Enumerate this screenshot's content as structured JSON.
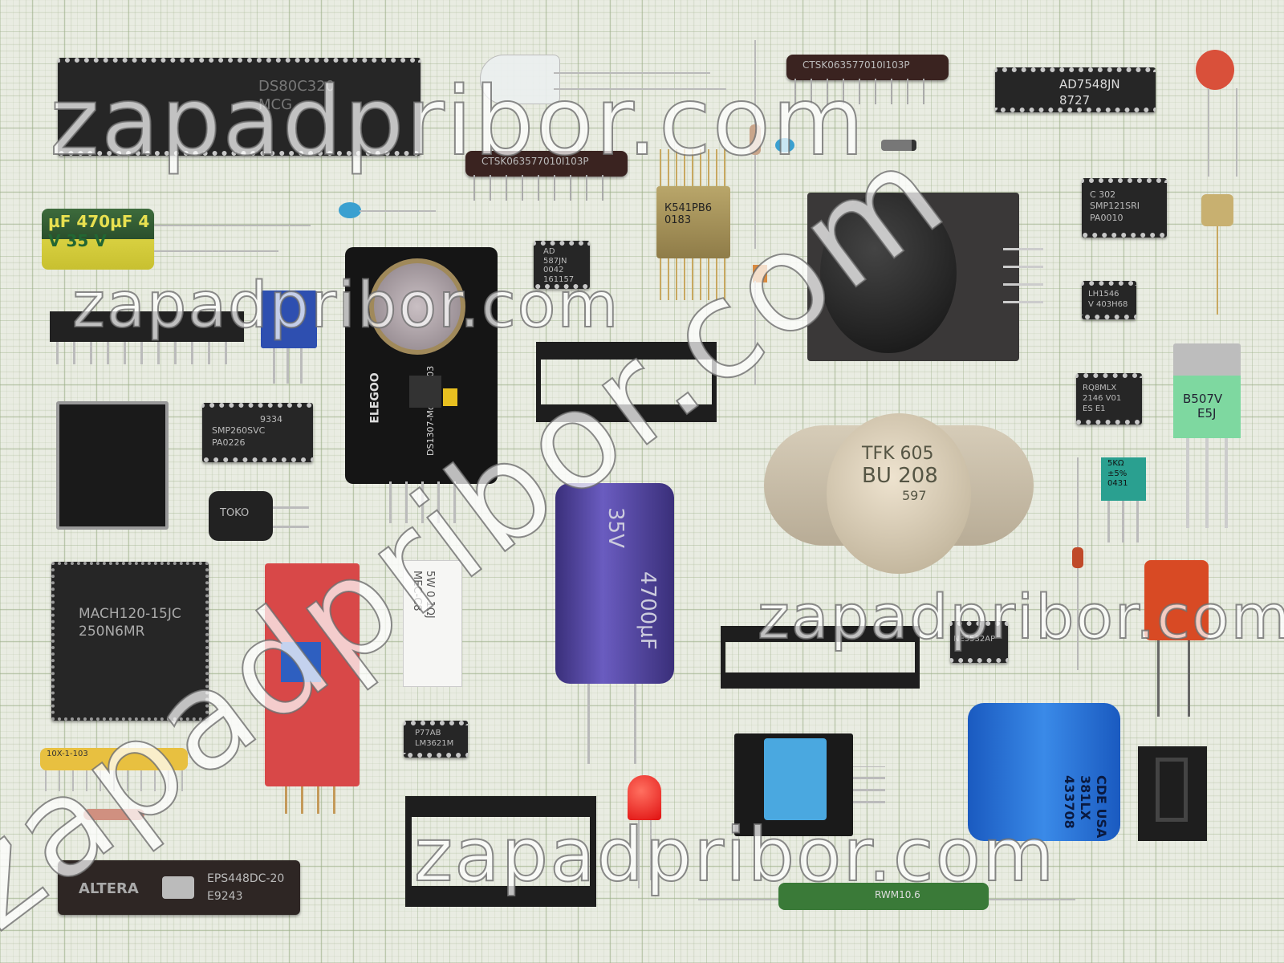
{
  "watermarks": [
    "zapadpribor.com",
    "zapadpribor.com",
    "zapadpribor.com",
    "zapadpribor.com",
    "zapadpribor.com"
  ],
  "components": {
    "dip_top_left": [
      "DS80C320",
      "MCG"
    ],
    "resnet_1": "CTSK063577010I103P",
    "resnet_2": "CTSK063577010I103P",
    "ad7548": [
      "AD7548JN",
      "8727"
    ],
    "electrolytic_green": [
      "µF 470µF 4",
      "V 35 V"
    ],
    "k541": [
      "К541РВ6",
      "0183"
    ],
    "ad587": [
      "AD",
      "587JN",
      "0042",
      "161157"
    ],
    "smp121": [
      "C 302",
      "SMP121SRI",
      "PA0010"
    ],
    "lh1546": [
      "LH1546",
      "V 403H68"
    ],
    "ds1307": [
      "ELEGOO",
      "DS1307-Module-V03"
    ],
    "smp260": [
      "9334",
      "SMP260SVC",
      "PA0226"
    ],
    "toko": "TOKO",
    "to3": [
      "TFK 605",
      "BU 208",
      "597"
    ],
    "rq8mlx": [
      "RQ8MLX",
      "2146 V01",
      "ES E1"
    ],
    "to220": [
      "B507V",
      "E5J"
    ],
    "trimmer_5k": [
      "5KΩ",
      "±5%",
      "0431"
    ],
    "mach": [
      "MACH120-15JC",
      "250N6MR"
    ],
    "white_resistor": [
      "5W 0.1ΩJ",
      "MEC-C8"
    ],
    "big_cap": [
      "35V",
      "4700µF"
    ],
    "ne5532": "NE5532AP",
    "lm3621": [
      "P77AB",
      "LM3621M"
    ],
    "yellow_resnet": "10X-1-103",
    "altera": [
      "ALTERA",
      "EPS448DC-20",
      "E9243"
    ],
    "cde_cap": [
      "CDE USA",
      "381LX",
      "433708"
    ],
    "green_resistor": "RWM10.6"
  }
}
